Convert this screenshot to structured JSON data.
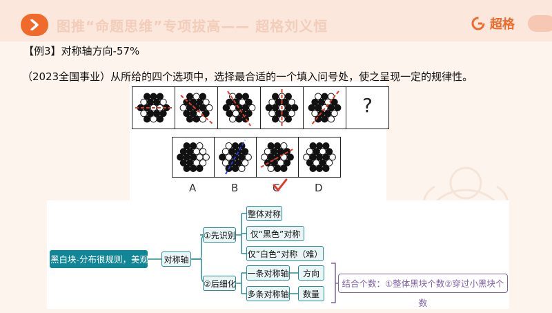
{
  "header": {
    "title": "图推“命题思维”专项拔高—— 超格刘义恒",
    "logo_text": "超格",
    "accent_color": "#ef6a2b"
  },
  "example": {
    "title": "【例3】对称轴方向-57%",
    "question": "（2023全国事业）从所给的四个选项中，选择最合适的一个填入问号处，使之呈现一定的规律性。"
  },
  "puzzle": {
    "unknown_mark": "?",
    "options": [
      "A",
      "B",
      "C",
      "D"
    ],
    "marked_option": "C"
  },
  "mind_map": {
    "root": "黑白块-分布很规则，美观",
    "level1": "对称轴",
    "branch1": {
      "label": "①先识别",
      "items": [
        "整体对称",
        "仅“黑色”对称",
        "仅”白色“对称（难）"
      ]
    },
    "branch2": {
      "label": "②后细化",
      "items": [
        {
          "label": "一条对称轴",
          "result": "方向"
        },
        {
          "label": "多条对称轴",
          "result": "数量"
        }
      ]
    },
    "summary": "结合个数：①整体黑块个数②穿过小黑块个数"
  }
}
